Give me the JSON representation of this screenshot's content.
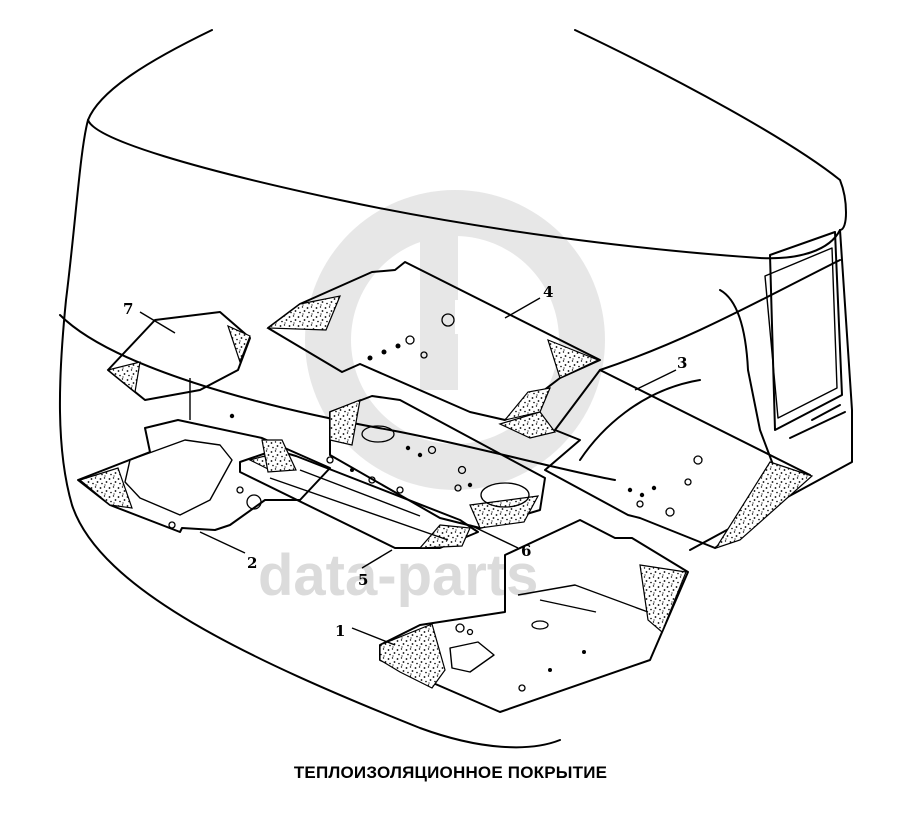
{
  "caption": "ТЕПЛОИЗОЛЯЦИОННОЕ ПОКРЫТИЕ",
  "watermark": {
    "text": "data-parts",
    "color": "#cfcfcf",
    "logo_icon": "dp-logo-icon"
  },
  "callouts": [
    "1",
    "2",
    "3",
    "4",
    "5",
    "6",
    "7"
  ]
}
